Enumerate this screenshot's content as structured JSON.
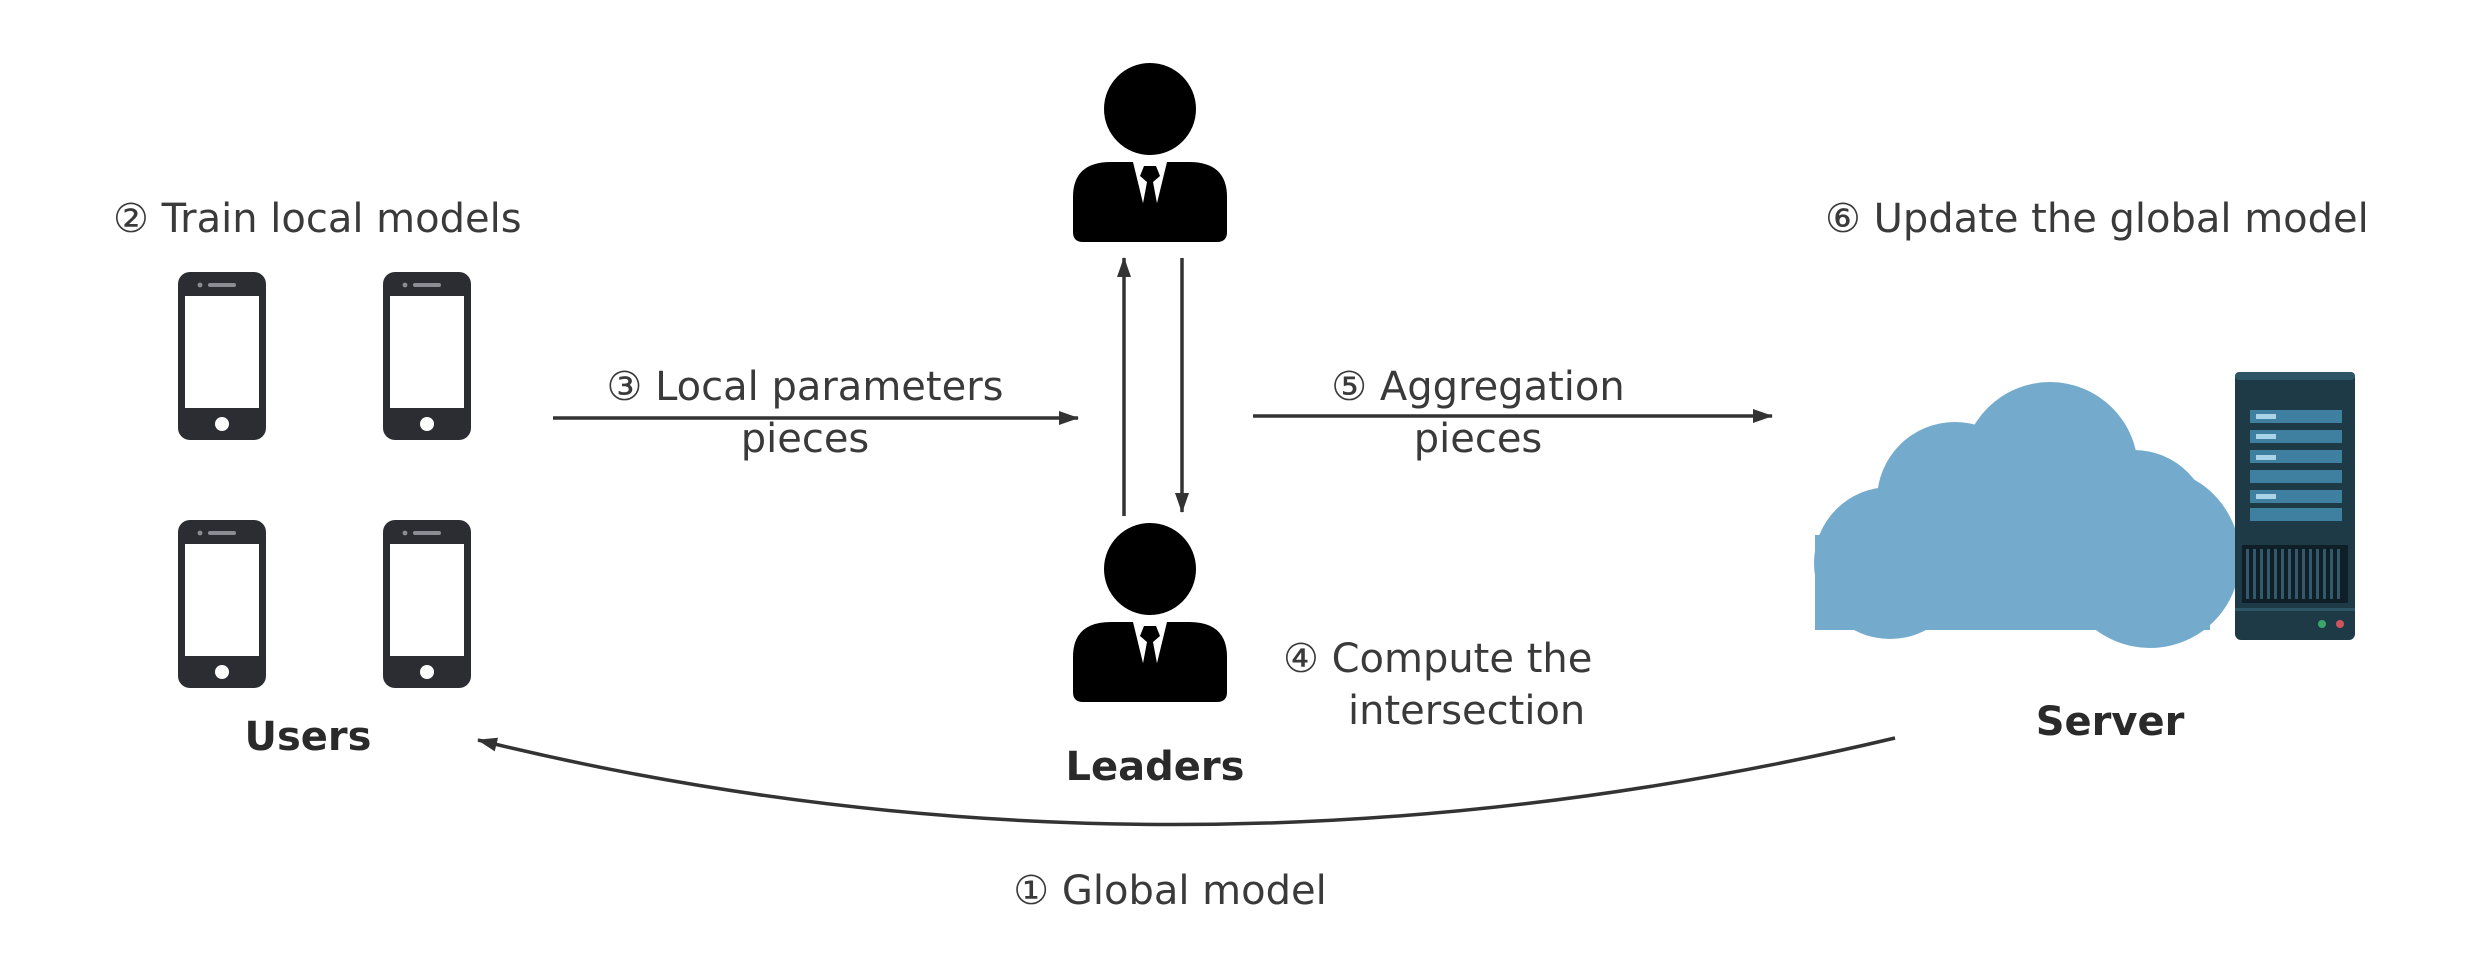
{
  "diagram": {
    "step_train": "② Train local models",
    "step_update": "⑥ Update the global model",
    "step_local_params_line1": "③ Local parameters",
    "step_local_params_line2": "pieces",
    "step_aggregation_line1": "⑤ Aggregation",
    "step_aggregation_line2": "pieces",
    "step_intersection_line1": "④ Compute the",
    "step_intersection_line2": "intersection",
    "step_global_model": "① Global model",
    "node_users": "Users",
    "node_leaders": "Leaders",
    "node_server": "Server"
  },
  "colors": {
    "phone": "#2b2d33",
    "person": "#000000",
    "arrow": "#333333",
    "cloud": "#74abcc",
    "server_body": "#1f3a47",
    "server_slot": "#3f7fa0",
    "server_slot_light": "#a9d3e6",
    "led_green": "#3aa66a",
    "led_red": "#d0555a"
  },
  "icons": [
    "smartphone-icon",
    "person-icon",
    "cloud-icon",
    "server-rack-icon"
  ]
}
